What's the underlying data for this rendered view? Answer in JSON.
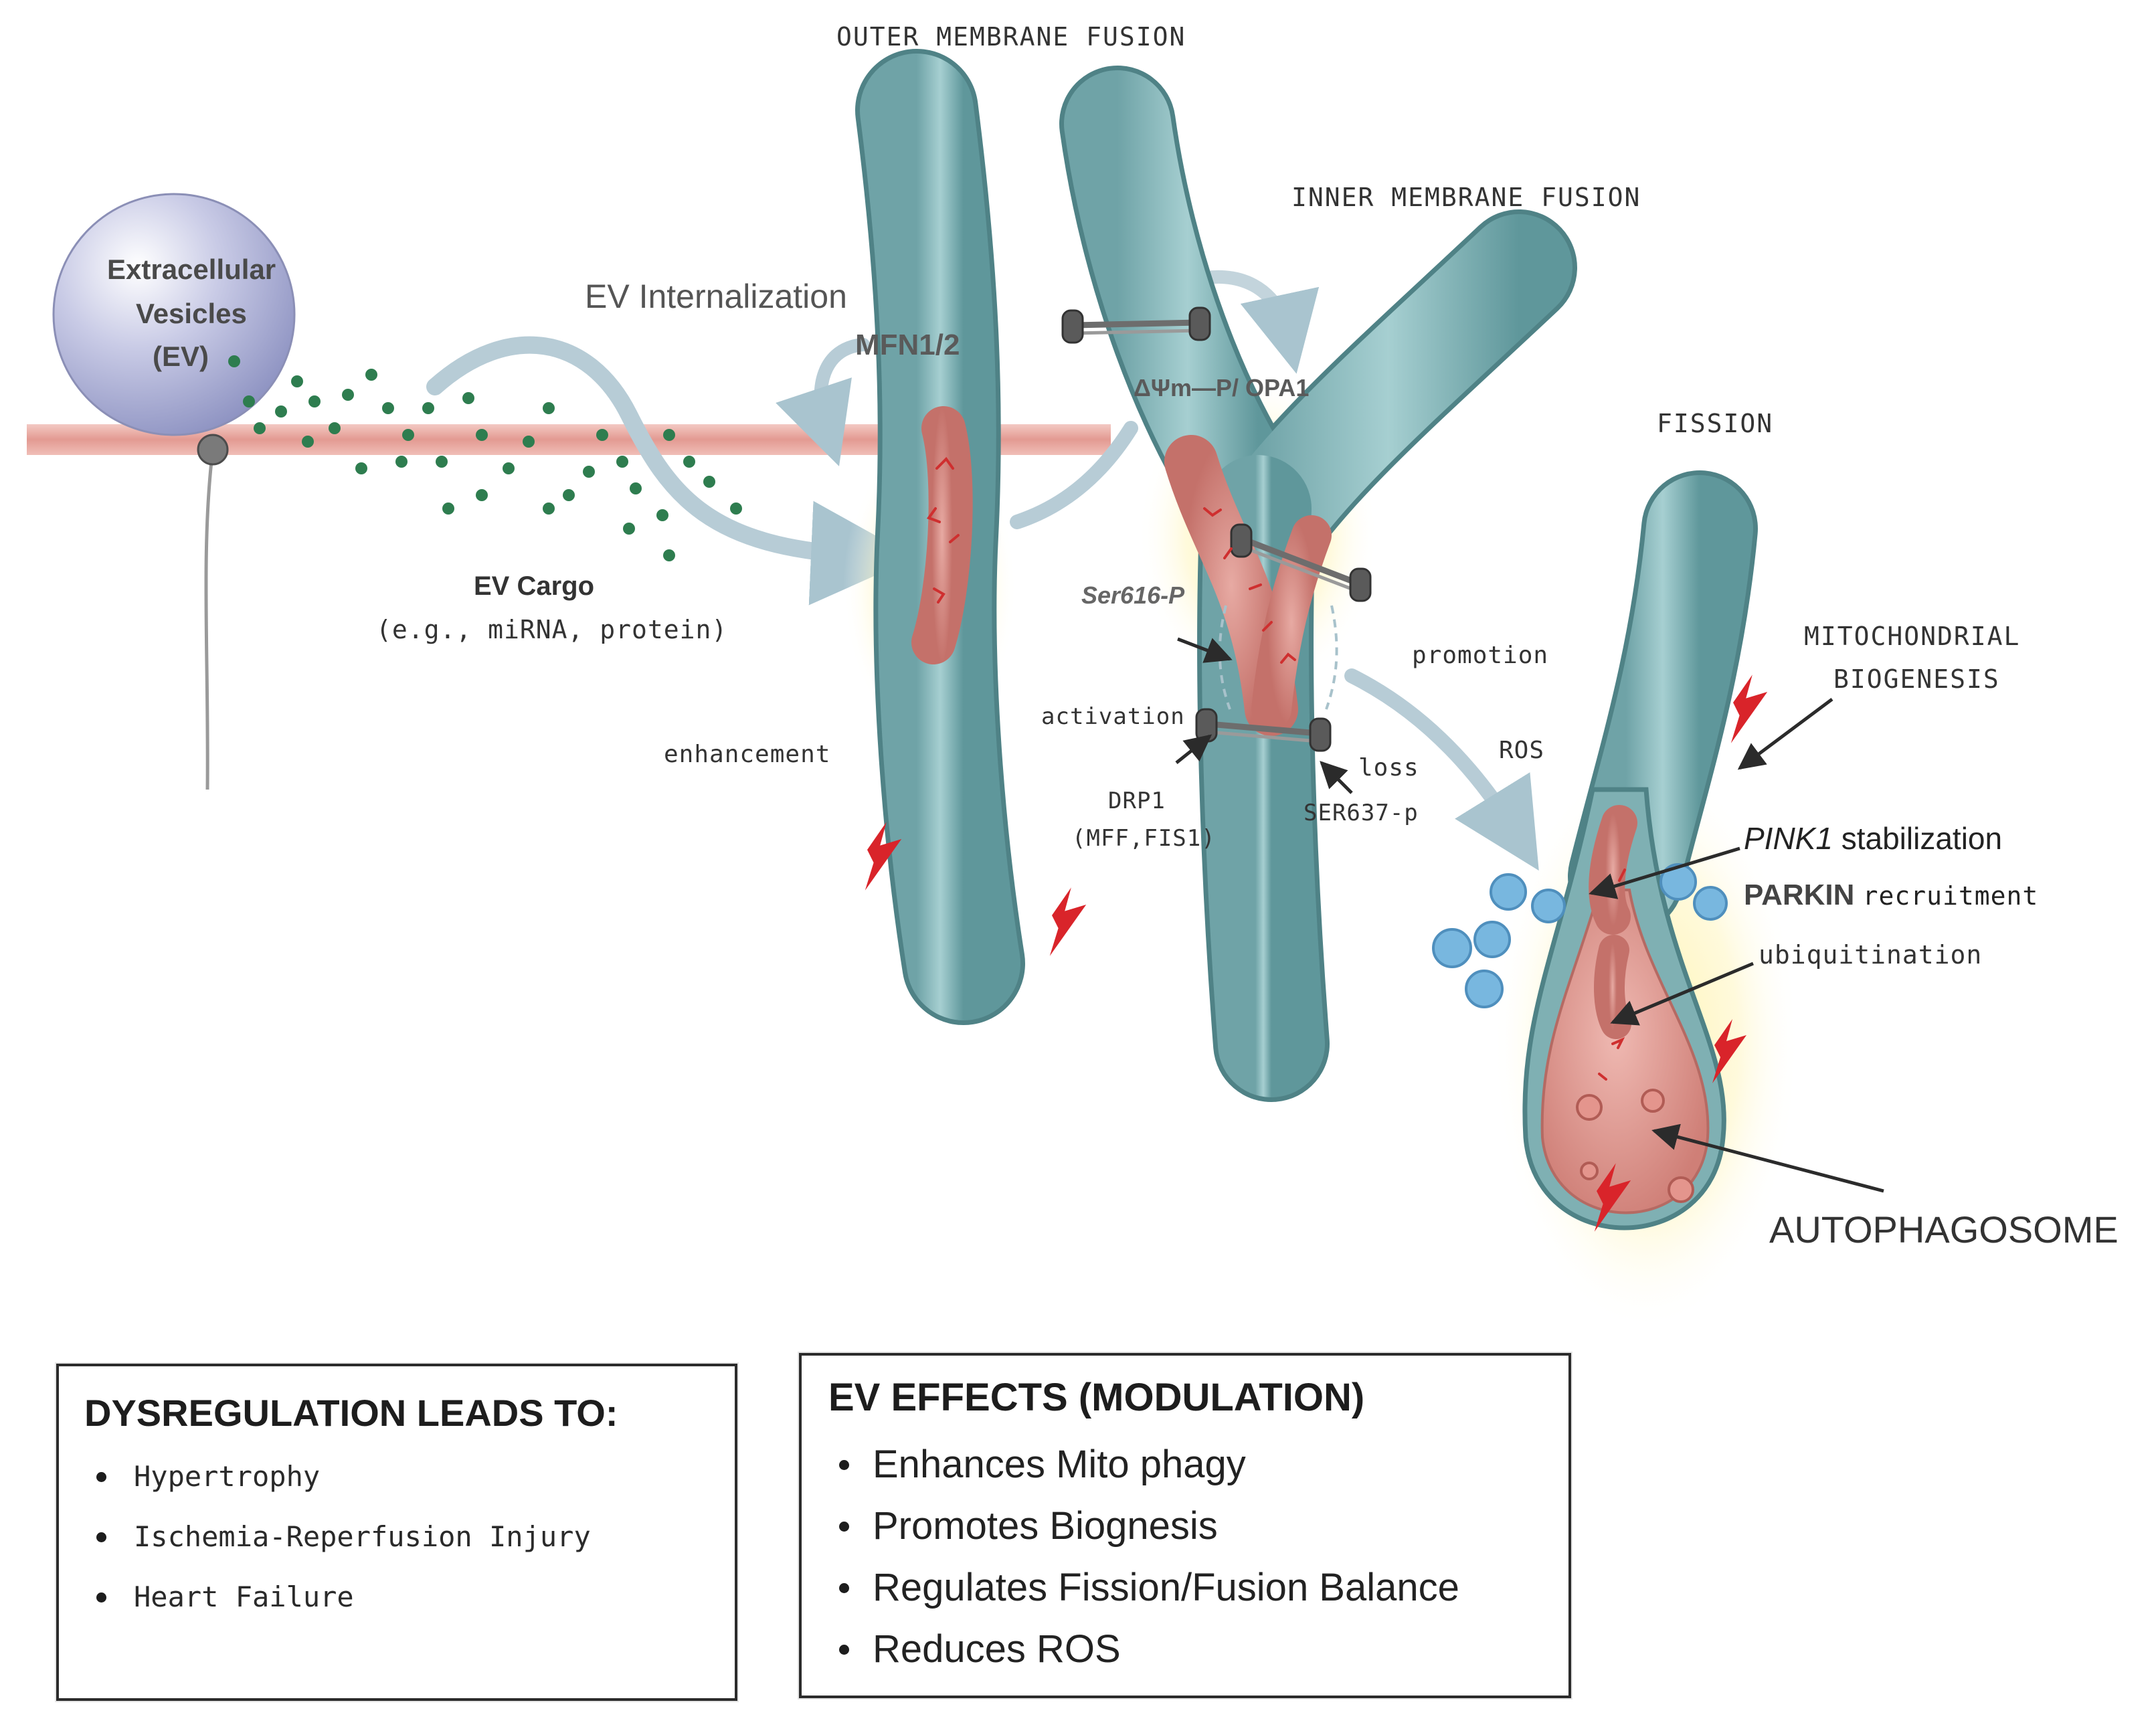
{
  "headings": {
    "outer_fusion": "OUTER MEMBRANE FUSION",
    "inner_fusion": "INNER MEMBRANE FUSION",
    "fission": "FISSION"
  },
  "ev": {
    "line1": "Extracellular",
    "line2": "Vesicles",
    "line3": "(EV)",
    "internalization": "EV Internalization",
    "cargo_title": "EV Cargo",
    "cargo_examples": "(e.g., miRNA, protein)"
  },
  "labels": {
    "mfn": "MFN1/2",
    "opa1": "ΔΨm—P/ OPA1",
    "enhancement": "enhancement",
    "ser616": "Ser616-P",
    "activation": "activation",
    "drp1_line1": "DRP1",
    "drp1_line2": "(MFF,FIS1)",
    "loss": "loss",
    "ser637": "SER637-p",
    "promotion": "promotion",
    "ros": "ROS",
    "biogenesis_line1": "MITOCHONDRIAL",
    "biogenesis_line2": "BIOGENESIS",
    "pink1_name": "PINK1",
    "pink1_rest": "stabilization",
    "parkin_name": "PARKIN",
    "parkin_rest": "recruitment",
    "ubiquitination": "ubiquitination",
    "autophagosome": "AUTOPHAGOSOME"
  },
  "dysregulation_box": {
    "title": "DYSREGULATION LEADS TO:",
    "items": [
      "Hypertrophy",
      "Ischemia-Reperfusion Injury",
      "Heart Failure"
    ]
  },
  "effects_box": {
    "title": "EV EFFECTS (MODULATION)",
    "items": [
      "Enhances Mito phagy",
      "Promotes Biognesis",
      "Regulates Fission/Fusion Balance",
      "Reduces ROS"
    ]
  },
  "colors": {
    "mito_teal": "#8fbcbf",
    "matrix_red": "#d8908a",
    "membrane_pink": "#eaa7a0",
    "vesicle_blue": "#6aaed6",
    "cargo_green": "#2e7d4f",
    "bolt_red": "#d9242a",
    "glow_yellow": "#fff2a0"
  }
}
